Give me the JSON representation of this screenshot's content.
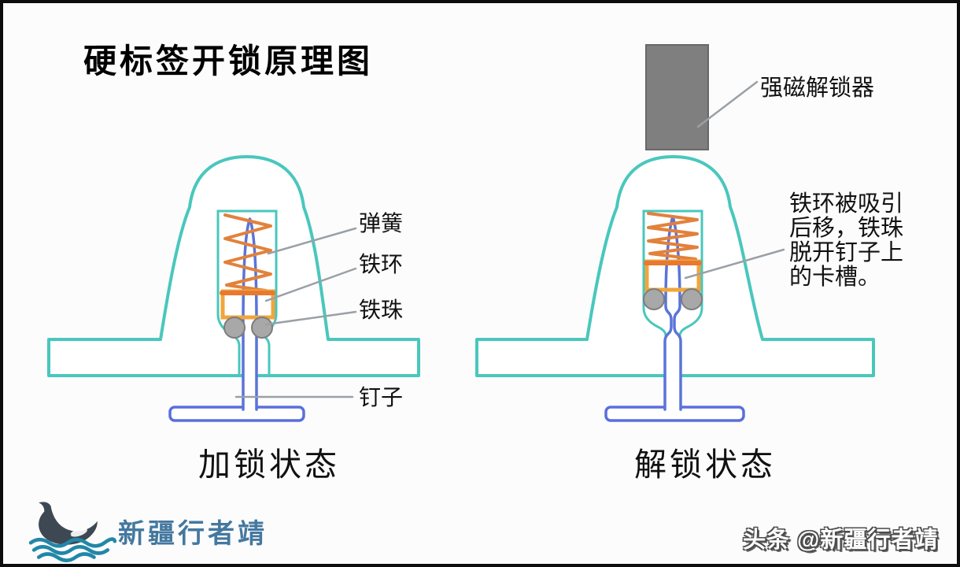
{
  "title": "硬标签开锁原理图",
  "left_figure": {
    "caption": "加锁状态",
    "labels": {
      "spring": "弹簧",
      "ring": "铁环",
      "ball": "铁珠",
      "nail": "钉子"
    }
  },
  "right_figure": {
    "caption": "解锁状态",
    "magnet_label": "强磁解锁器",
    "description": [
      "铁环被吸引",
      "后移，铁珠",
      "脱开钉子上",
      "的卡槽。"
    ]
  },
  "footer": {
    "logo_text": "新疆行者靖",
    "watermark": "头条 @新疆行者靖"
  },
  "colors": {
    "tag_teal": "#49c7bd",
    "pin_blue": "#5a74d8",
    "spring_orange": "#e2813b",
    "ring_orange": "#f0a63c",
    "ball_gray": "#a8a8a8",
    "magnet_gray": "#7f7f7f",
    "leader_gray": "#9aa0a6",
    "logo_blue": "#44789f",
    "wave_teal": "#2187a8"
  }
}
